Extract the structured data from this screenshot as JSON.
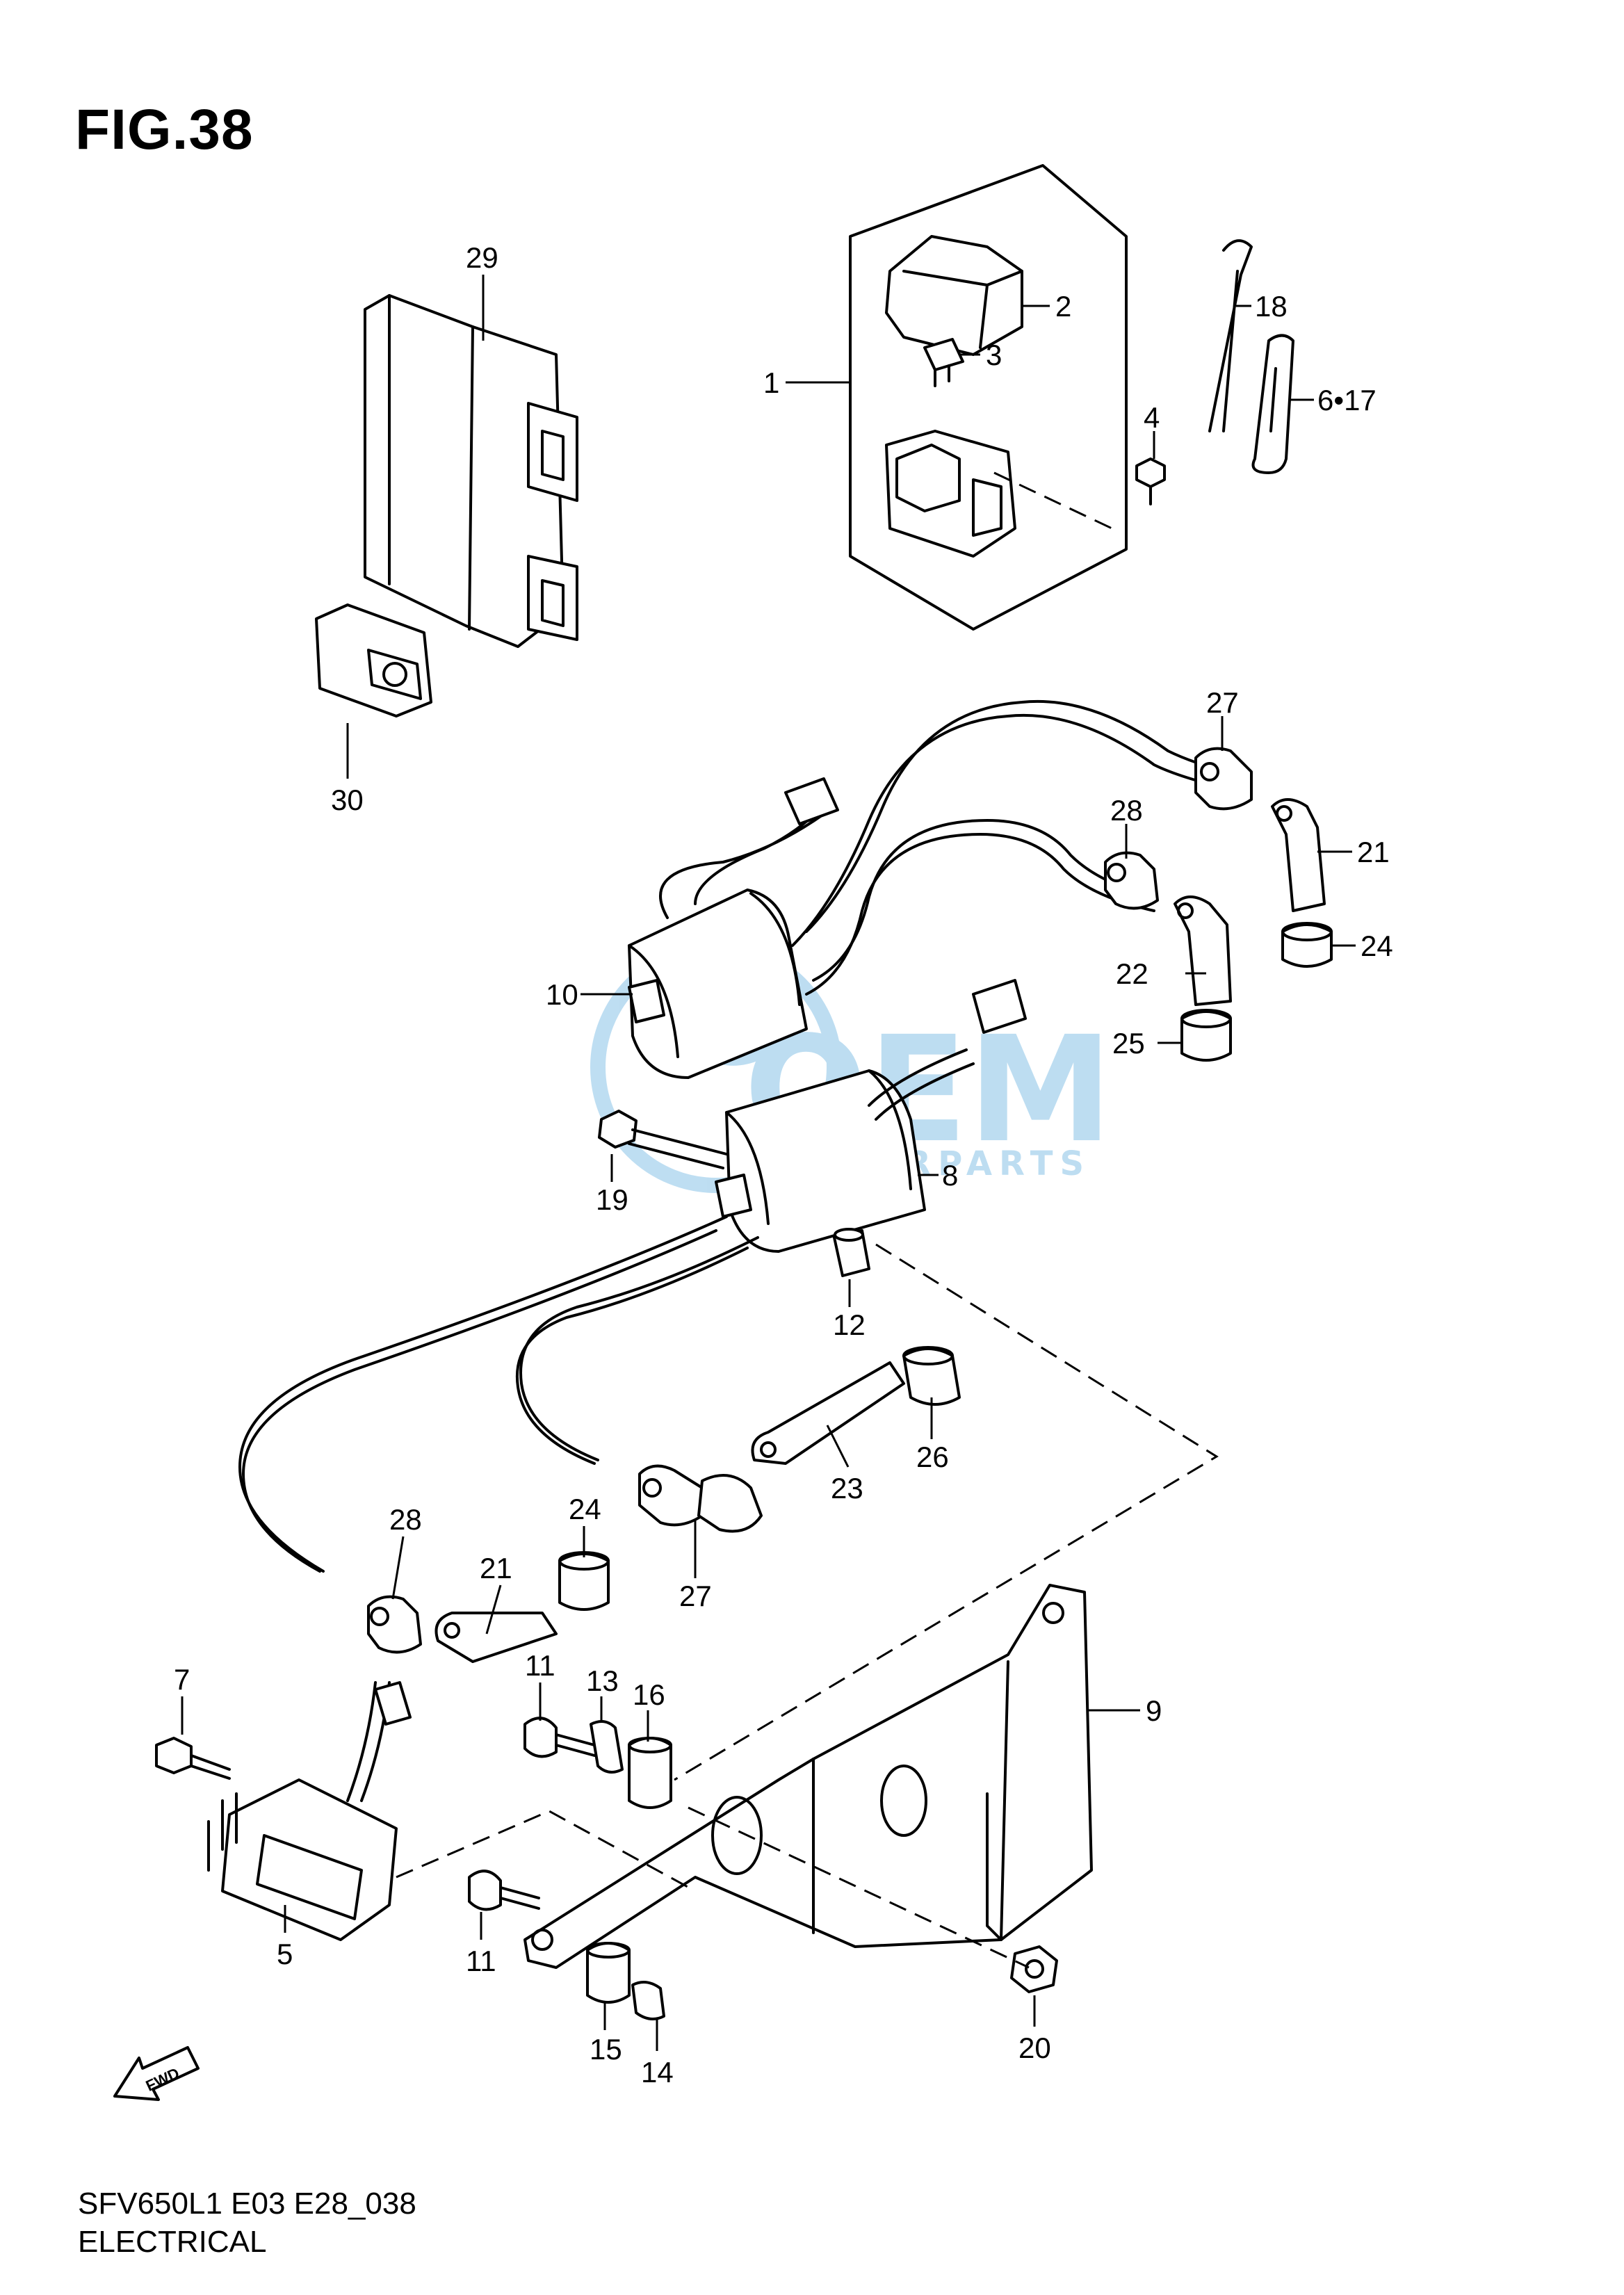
{
  "figure": {
    "title": "FIG.38"
  },
  "footer": {
    "model_code": "SFV650L1 E03 E28_038",
    "section_name": "ELECTRICAL"
  },
  "watermark": {
    "brand": "OEM",
    "sub": "MOTORPARTS",
    "color": "#6FB6E2"
  },
  "fwd_arrow": {
    "label": "FWD"
  },
  "callouts": {
    "c1": "1",
    "c2": "2",
    "c3": "3",
    "c4": "4",
    "c5": "5",
    "c6_17": "6•17",
    "c7": "7",
    "c8": "8",
    "c9": "9",
    "c10": "10",
    "c11a": "11",
    "c11b": "11",
    "c12": "12",
    "c13": "13",
    "c14": "14",
    "c15": "15",
    "c16": "16",
    "c18": "18",
    "c19": "19",
    "c20": "20",
    "c21a": "21",
    "c21b": "21",
    "c22": "22",
    "c23": "23",
    "c24a": "24",
    "c24b": "24",
    "c25": "25",
    "c26": "26",
    "c27a": "27",
    "c27b": "27",
    "c28a": "28",
    "c28b": "28",
    "c29": "29",
    "c30": "30"
  }
}
